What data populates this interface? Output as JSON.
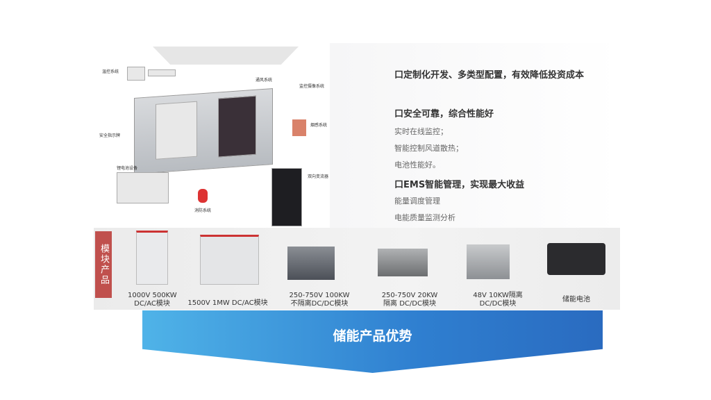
{
  "diagram": {
    "labels": [
      "温控系统",
      "通风系统",
      "监控摄像系统",
      "安全指示牌",
      "烟感系统",
      "锂电池设备",
      "消防系统",
      "双向变流器"
    ]
  },
  "advantages": [
    {
      "heading": "口定制化开发、多类型配置，有效降低投资成本",
      "items": []
    },
    {
      "heading": "口安全可靠，综合性能好",
      "items": [
        "实时在线监控；",
        "智能控制风道散热；",
        "电池性能好。"
      ]
    },
    {
      "heading": "口EMS智能管理，实现最大收益",
      "items": [
        "能量调度管理",
        "电能质量监测分析"
      ]
    }
  ],
  "modules": {
    "tag": "模块产品",
    "products": [
      {
        "line1": "1000V 500KW",
        "line2": "DC/AC模块"
      },
      {
        "line1": "1500V 1MW DC/AC模块",
        "line2": ""
      },
      {
        "line1": "250-750V 100KW",
        "line2": "不隔离DC/DC模块"
      },
      {
        "line1": "250-750V 20KW",
        "line2": "隔离 DC/DC模块"
      },
      {
        "line1": "48V 10KW隔离",
        "line2": "DC/DC模块"
      },
      {
        "line1": "储能电池",
        "line2": ""
      }
    ]
  },
  "banner": {
    "title": "储能产品优势"
  },
  "colors": {
    "tag": "#c0504d",
    "banner_start": "#4fb3e8",
    "banner_end": "#2a6bc0"
  }
}
